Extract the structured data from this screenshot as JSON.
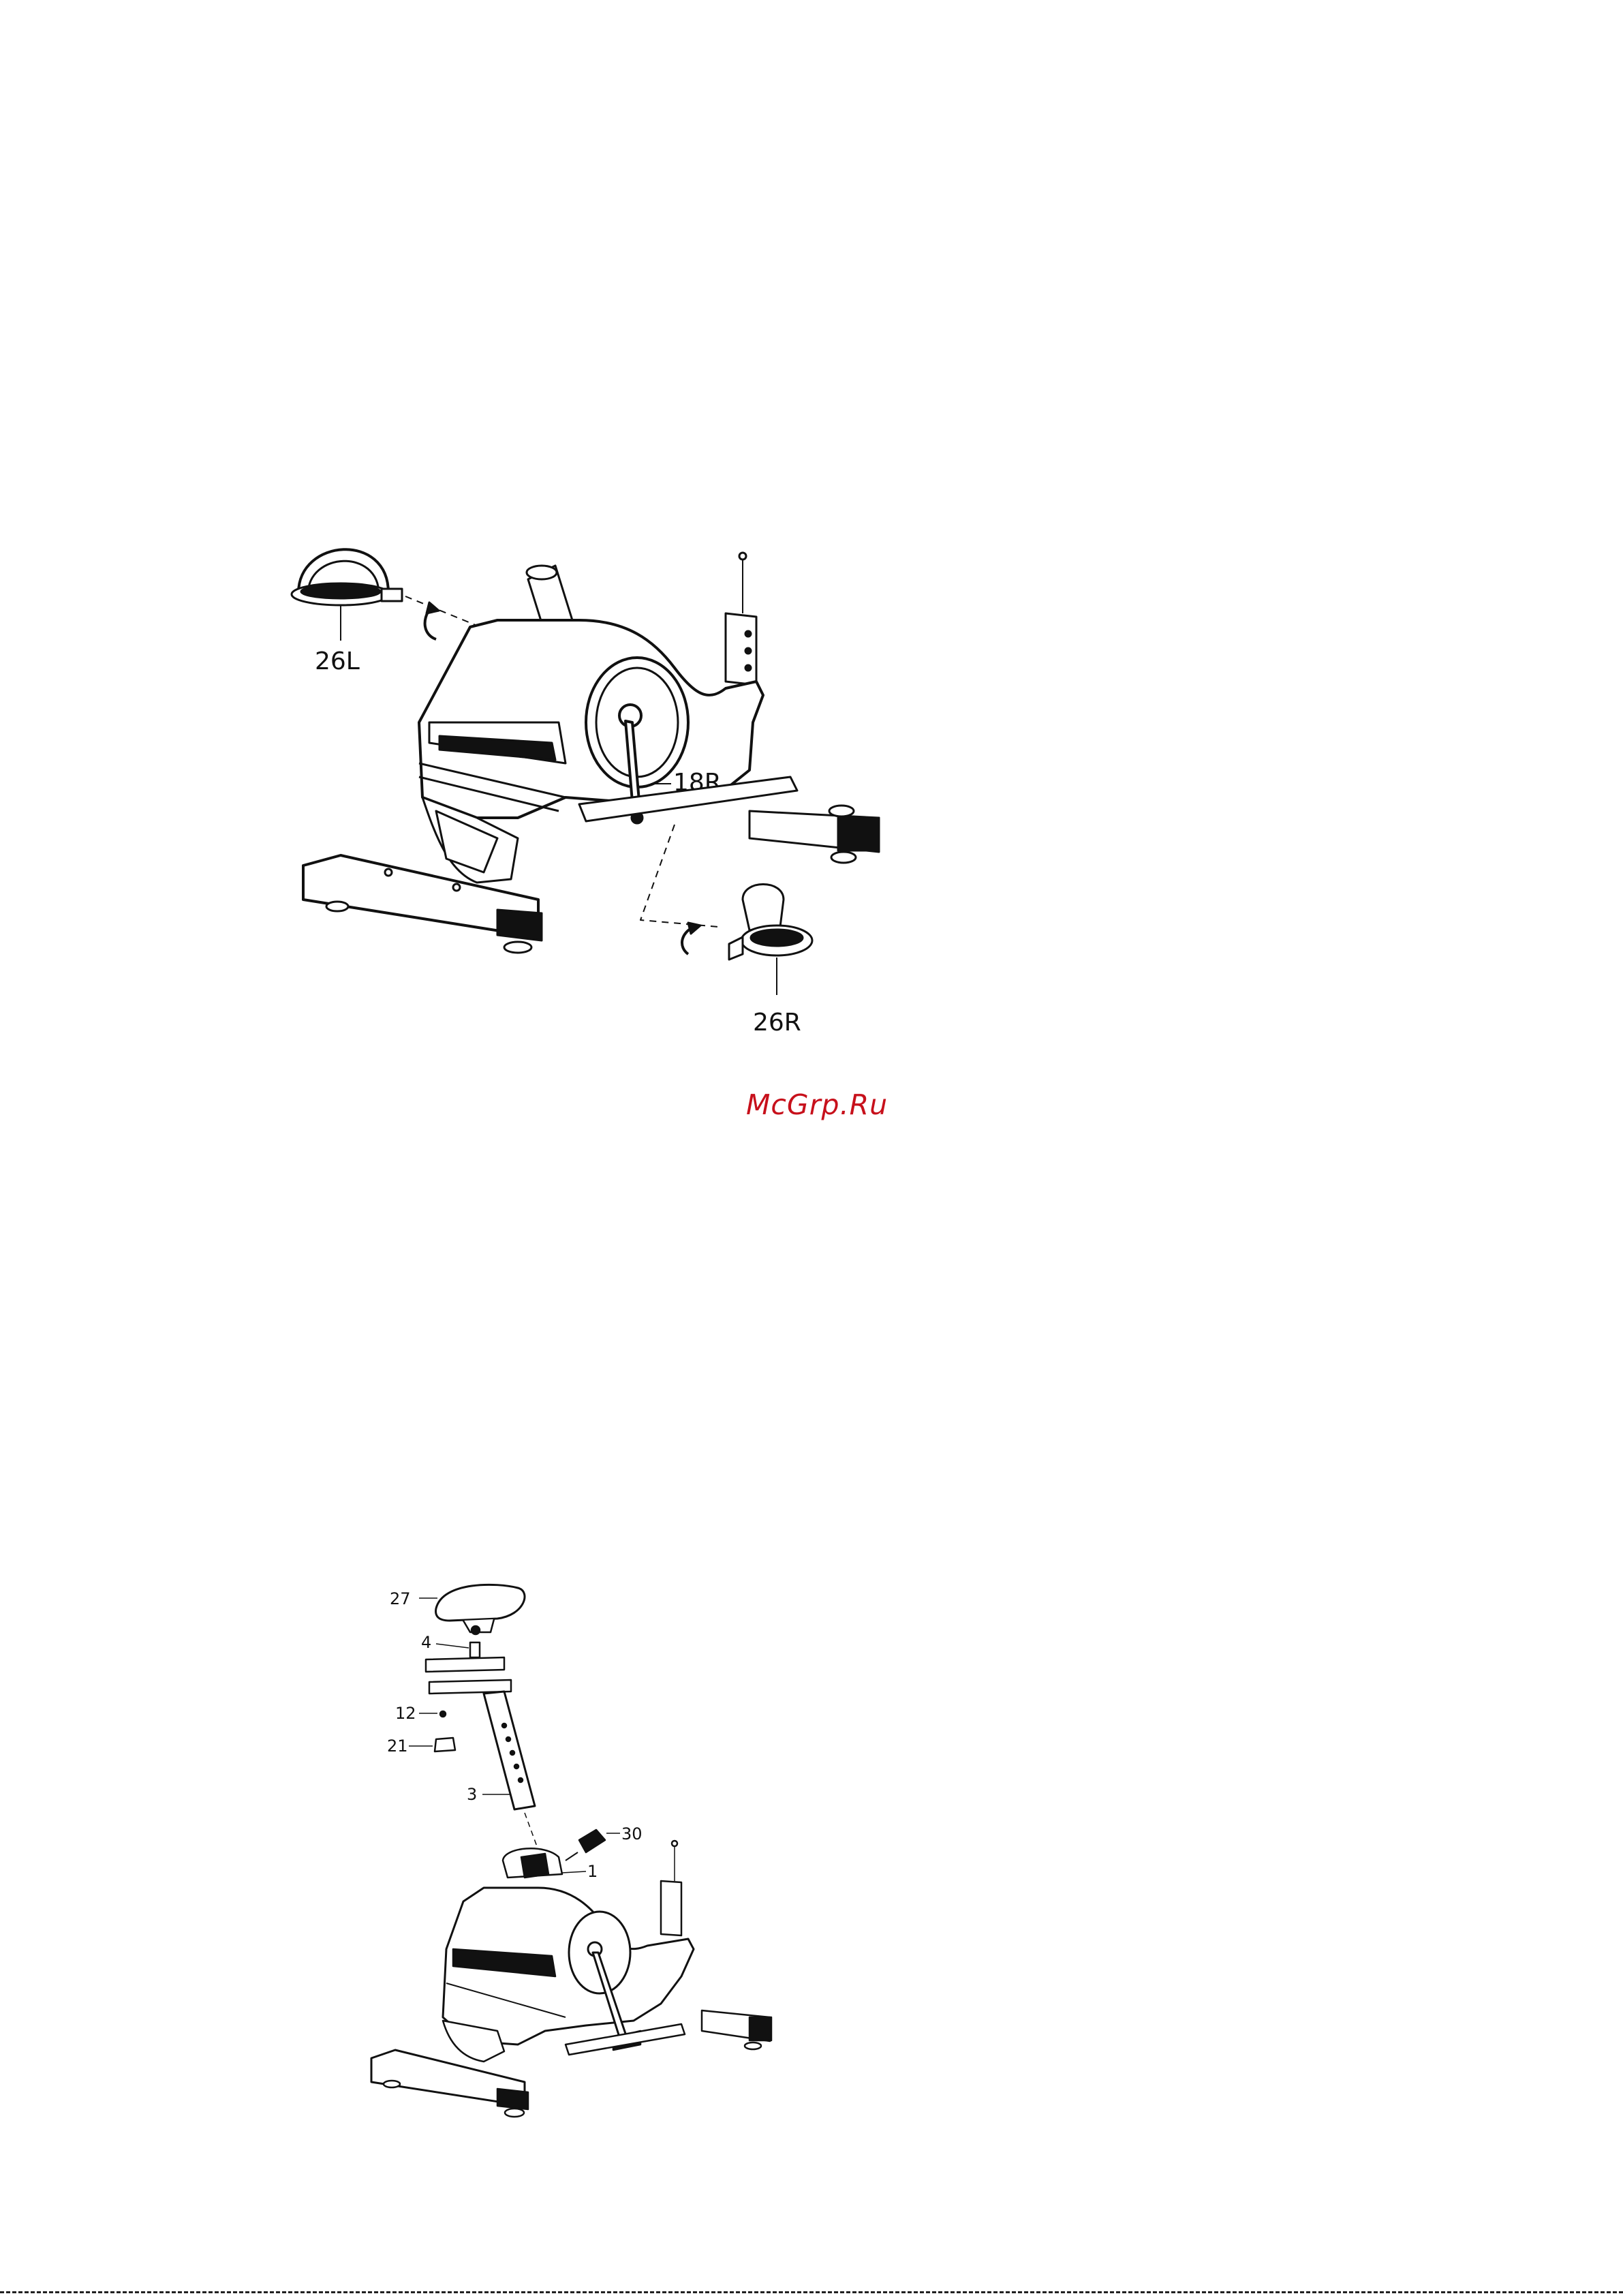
{
  "figure1": {
    "callouts": {
      "left_pedal": "26L",
      "crank": "18R",
      "right_pedal": "26R"
    }
  },
  "figure2": {
    "callouts": {
      "seat": "27",
      "seat_bolt": "4",
      "washer": "12",
      "knob": "21",
      "seat_post": "3",
      "adjust_knob": "30",
      "frame": "1"
    }
  },
  "watermark": {
    "text": "McGrp.Ru",
    "color": "#c7101b"
  }
}
